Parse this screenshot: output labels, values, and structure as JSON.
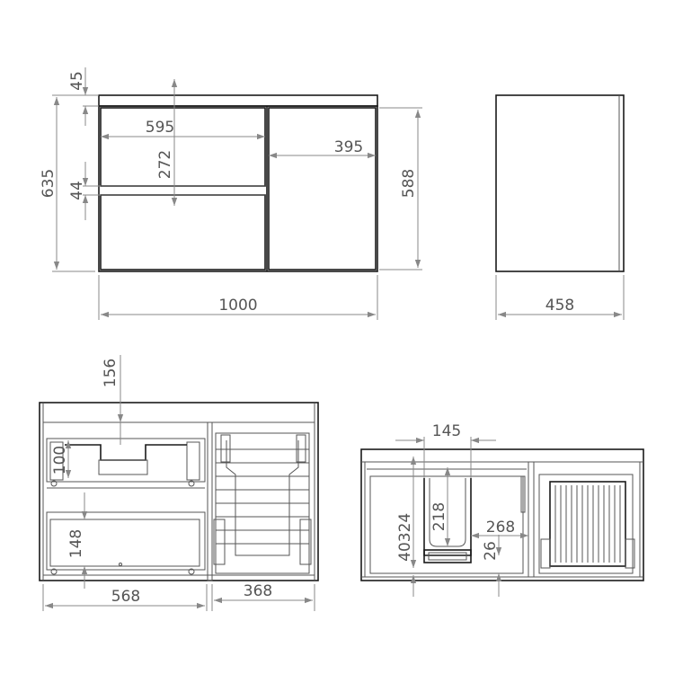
{
  "colors": {
    "line": "#1a1a1a",
    "dimension": "#888888",
    "text": "#555555",
    "background": "#ffffff"
  },
  "front_view": {
    "top_thickness": "45",
    "total_height": "635",
    "drawer_width": "595",
    "drawer_height": "272",
    "gap": "44",
    "door_width": "395",
    "door_height": "588",
    "total_width": "1000"
  },
  "side_view": {
    "depth": "458"
  },
  "section_left": {
    "clearance_top": "156",
    "upper_drawer_inner": "100",
    "lower_drawer_inner": "148",
    "drawer_compartment_width": "568",
    "door_compartment_width": "368"
  },
  "section_right": {
    "siphon_cutout_width": "145",
    "siphon_cutout_height": "218",
    "drawer_depth": "324",
    "base_height": "40",
    "basket_depth": "268",
    "foot_height": "26"
  }
}
